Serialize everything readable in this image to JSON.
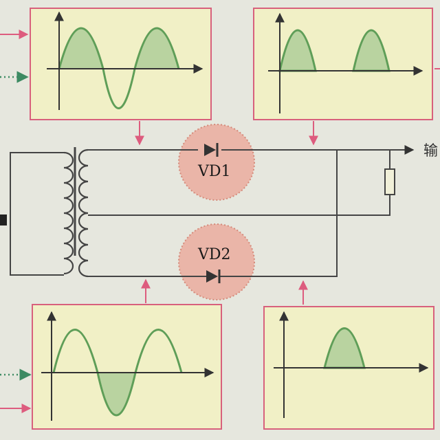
{
  "diagram": {
    "title": "",
    "labels": {
      "output": "输",
      "vd1": "VD1",
      "vd2": "VD2"
    }
  },
  "colors": {
    "background": "#e6e7de",
    "panel_fill": "#f1f0c6",
    "panel_border": "#d8607c",
    "wave_fill": "#b9d3a0",
    "wave_stroke": "#5f9e58",
    "wire": "#444444",
    "arrow": "#dd5c7e",
    "dotted_arrow": "#3c8a62",
    "diode_highlight": "#eab5a8"
  }
}
